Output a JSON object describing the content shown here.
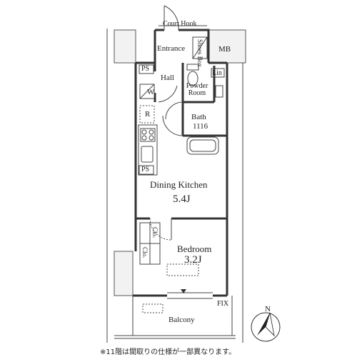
{
  "floorplan": {
    "rooms": {
      "entrance": "Entrance",
      "court_hook": "Court Hook",
      "shoes_box": "Shoes Box",
      "mb": "MB",
      "ps_top": "PS",
      "hall": "Hall",
      "lin": "Lin",
      "powder_room": "Powder Room",
      "washer": "W",
      "refrigerator": "R",
      "bath_name": "Bath",
      "bath_size": "1116",
      "ps_bottom": "PS",
      "dining_kitchen_name": "Dining Kitchen",
      "dining_kitchen_size": "5.4J",
      "closet_1": "Clo.",
      "closet_2": "Clo.",
      "bedroom_name": "Bedroom",
      "bedroom_size": "3.2J",
      "fix": "FIX",
      "balcony": "Balcony"
    },
    "compass_label": "N",
    "footnote": "※11階は間取りの仕様が一部異なります。"
  }
}
